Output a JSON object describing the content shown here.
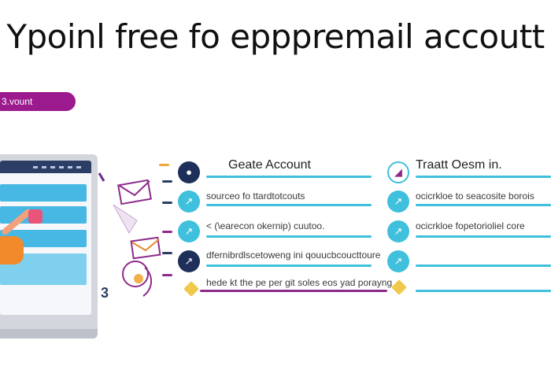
{
  "header": {
    "title": "Ypoinl free fo epppremail accoutt"
  },
  "badge": {
    "label": "3.vount"
  },
  "monitor": {
    "stand_label": "3"
  },
  "left_column": {
    "title": "Geate Account",
    "rows": [
      {
        "text": "sourceo fo ttardtotcouts",
        "icon": "↗"
      },
      {
        "text": "< (\\earecon okernip) cuutoo.",
        "icon": "↗"
      },
      {
        "text": "dfernibrdlscetoweng ini qouucbcoucttoure",
        "icon": "↗"
      },
      {
        "text": "hede kt the pe per git soles eos yad porayng ."
      }
    ]
  },
  "right_column": {
    "title": "Traatt Oesm in.",
    "rows": [
      {
        "text": "ocicrkloe to seacosite borois",
        "icon": "↗"
      },
      {
        "text": "ocicrkloe fopetorioliel core",
        "icon": "↗"
      },
      {
        "text": "",
        "icon": "↗"
      }
    ]
  },
  "colors": {
    "accent": "#3fc0dc",
    "brand": "#9b1a8d",
    "dark": "#1e2f5a",
    "gem": "#f1c84b"
  }
}
